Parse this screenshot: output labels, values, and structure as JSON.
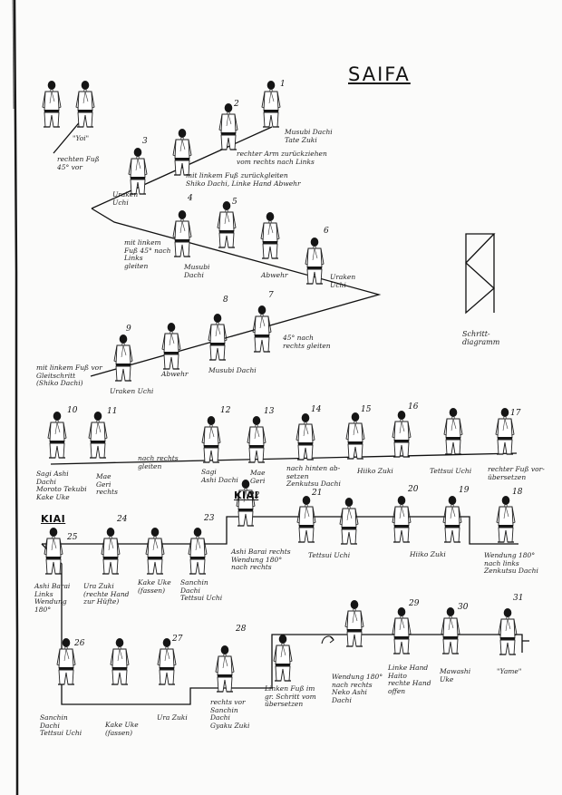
{
  "title": "SAIFA",
  "kiai": "KIAI",
  "schritt_diagramm": "Schritt-\ndiagramm",
  "labels": {
    "yoi": "\"Yoi\"",
    "rechten_fuss": "rechten Fuß\n45° vor",
    "musubi_tate": "Musubi Dachi\nTate Zuki",
    "rechter_arm": "rechter Arm zurückziehen\nvom rechts nach Links",
    "mit_linkem_zurueck": "mit linkem Fuß zurückgleiten\nShiko Dachi, Linke Hand Abwehr",
    "uraken_uchi_1": "Uraken\nUchi",
    "mit_linkem_45": "mit linkem\nFuß 45° nach\nLinks\ngleiten",
    "musubi_dachi_1": "Musubi\nDachi",
    "abwehr_1": "Abwehr",
    "uraken_uchi_2": "Uraken\nUchi",
    "nach_rechts_gleiten": "45° nach\nrechts gleiten",
    "mit_linkem_gleitschritt": "mit linkem Fuß vor\nGleitschritt\n(Shiko Dachi)",
    "uraken_uchi_3": "Uraken Uchi",
    "abwehr_2": "Abwehr",
    "musubi_dachi_2": "Musubi Dachi",
    "sagi_ashi": "Sagi Ashi\nDachi\nMoroto Tekubi\nKake Uke",
    "mae_geri_1": "Mae\nGeri\nrechts",
    "nach_rechts": "nach rechts\ngleiten",
    "sagi_ashi_2": "Sagi\nAshi Dachi",
    "mae_geri_2": "Mae\nGeri",
    "nach_hinten": "nach hinten ab-\nsetzen\nZenkutsu Dachi",
    "hiiko_zuki_1": "Hiiko Zuki",
    "tettsui_uchi_1": "Tettsui Uchi",
    "rechter_fuss_vor": "rechter Fuß vor-\nübersetzen",
    "wendung_180_1": "Wendung 180°\nnach links\nZenkutsu Dachi",
    "hiiko_zuki_2": "Hiiko Zuki",
    "tettsui_uchi_2": "Tettsui Uchi",
    "ashi_barai_1": "Ashi Barai rechts\nWendung 180°\nnach rechts",
    "ashi_barai_2": "Ashi Barai\nLinks\nWendung\n180°",
    "ura_zuki_1": "Ura Zuki\n(rechte Hand\nzur Hüfte)",
    "kake_uke_fassen_1": "Kake Uke\n(fassen)",
    "sanchin_tettsui": "Sanchin\nDachi\nTettsui Uchi",
    "sanchin_tettsui_2": "Sanchin\nDachi\nTettsui Uchi",
    "kake_uke_fassen_2": "Kake Uke\n(fassen)",
    "ura_zuki_2": "Ura Zuki",
    "rechts_vor_sanchin": "rechts vor\nSanchin\nDachi\nGyaku Zuki",
    "linken_fuss": "Linken Fuß im\ngr. Schritt vom\nübersetzen",
    "wendung_180_2": "Wendung 180°\nnach rechts\nNeko Ashi\nDachi",
    "linke_hand": "Linke Hand\nHaito\nrechte Hand\noffen",
    "mawashi_uke": "Mawashi\nUke",
    "yame": "\"Yame\""
  },
  "numbers": [
    "1",
    "2",
    "3",
    "4",
    "5",
    "6",
    "7",
    "8",
    "9",
    "10",
    "11",
    "12",
    "13",
    "14",
    "15",
    "16",
    "17",
    "18",
    "19",
    "20",
    "21",
    "22",
    "23",
    "24",
    "25",
    "26",
    "27",
    "28",
    "29",
    "30",
    "31"
  ]
}
